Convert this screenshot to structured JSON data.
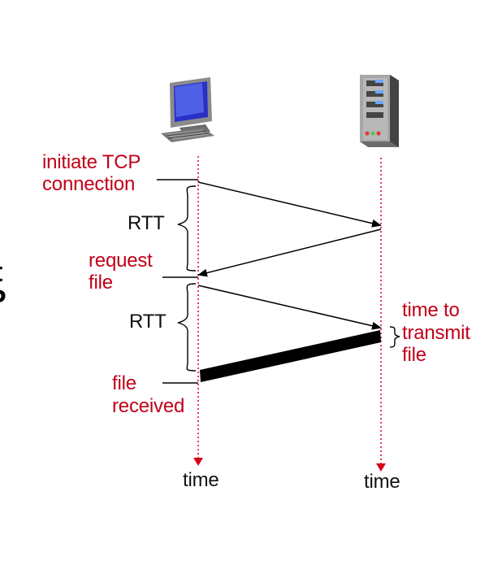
{
  "diagram": {
    "edge_fragment": {
      "line1": "t",
      "line2": "P"
    },
    "labels": {
      "initiate_tcp": {
        "line1": "initiate TCP",
        "line2": "connection"
      },
      "request_file": {
        "line1": "request",
        "line2": "file"
      },
      "file_received": {
        "line1": "file",
        "line2": "received"
      },
      "time_to_transmit": {
        "line1": "time to",
        "line2": "transmit",
        "line3": "file"
      },
      "rtt_first": "RTT",
      "rtt_second": "RTT",
      "time_client": "time",
      "time_server": "time"
    },
    "icons": {
      "client": "desktop-computer-icon",
      "server": "server-tower-icon"
    },
    "colors": {
      "label_red": "#c00018",
      "timeline_red": "#d9001b",
      "arrow": "#000000"
    }
  }
}
